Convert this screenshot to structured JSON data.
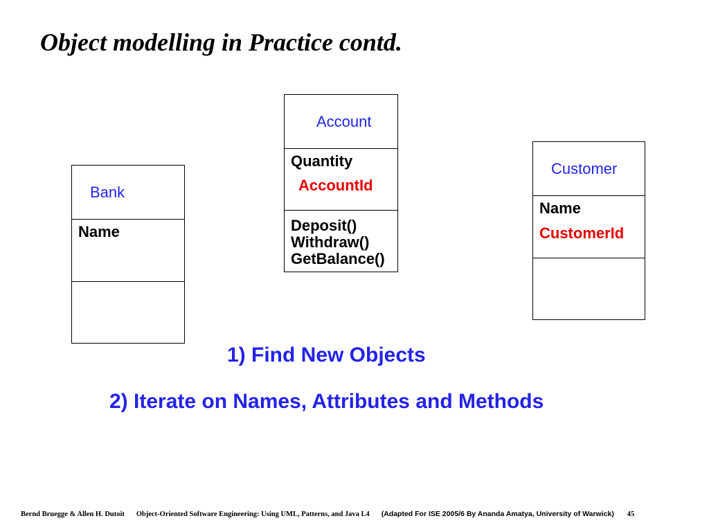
{
  "slide": {
    "title": "Object modelling in Practice contd."
  },
  "classes": {
    "bank": {
      "name": "Bank",
      "attributes": [
        "Name"
      ]
    },
    "account": {
      "name": "Account",
      "attributes": [
        "Quantity",
        "AccountId"
      ],
      "methods": [
        "Deposit()",
        "Withdraw()",
        "GetBalance()"
      ]
    },
    "customer": {
      "name": "Customer",
      "attributes": [
        "Name",
        "CustomerId"
      ]
    }
  },
  "steps": [
    "1) Find New Objects",
    "2) Iterate on Names, Attributes and Methods"
  ],
  "footer": {
    "authors": "Bernd Bruegge & Allen H. Dutoit",
    "book": "Object-Oriented Software Engineering: Using UML, Patterns, and Java  L4",
    "adapted": "(Adapted For ISE 2005/6 By Ananda Amatya, University of Warwick)",
    "page": "45"
  },
  "colors": {
    "class_name": "#2323e6",
    "highlight": "#e60000",
    "steps": "#2323e6"
  }
}
